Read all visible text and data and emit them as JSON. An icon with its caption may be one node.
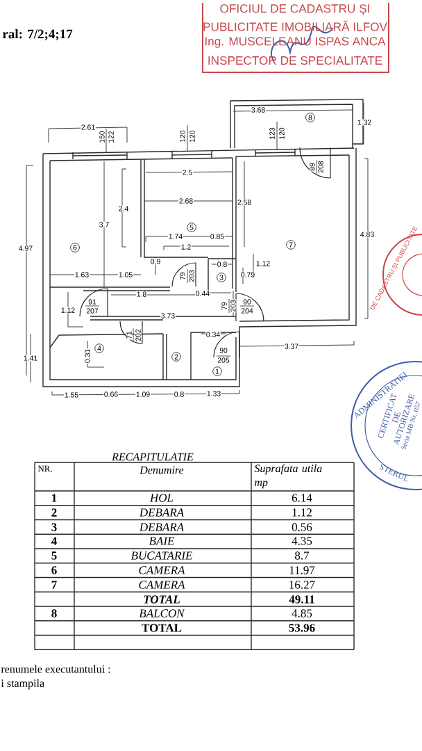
{
  "diagram": {
    "labels": [
      "ral: 7/2;4;17",
      "OFICIUL DE CADASTRU ȘI",
      "PUBLICITATE IMOBILIARĂ ILFOV",
      "Ing. MUSCELEANU ISPAS ANCA",
      "INSPECTOR DE SPECIALITATE",
      "2.61",
      "150",
      "122",
      "3.68",
      "8",
      "1.32",
      "120",
      "120",
      "123",
      "120",
      "89",
      "208",
      "2.5",
      "2.68",
      "2.58",
      "2.4",
      "3.7",
      "5",
      "1.74",
      "0.85",
      "4.83",
      "4.97",
      "6",
      "1.2",
      "7",
      "0.9",
      "0.8",
      "1.12",
      "1.63",
      "1.05",
      "79",
      "203",
      "3",
      "0.79",
      "1.8",
      "0.44",
      "91",
      "79",
      "203",
      "90",
      "1.12",
      "207",
      "204",
      "3.73",
      "71",
      "202",
      "0.34",
      "4",
      "90",
      "3.37",
      "1.41",
      "0.31",
      "2",
      "205",
      "1",
      "1.55",
      "0.66",
      "1.09",
      "0.8",
      "1.33",
      "DE CADASTRU ȘI PUBLICITATE",
      "ADMINISTRATIEI",
      "CERTIFICAT",
      "DE",
      "AUTORIZARE",
      "Seria MB Nr. 057",
      "STERUL",
      "RECAPITULATIE",
      "NR.",
      "Denumire",
      "Suprafata utila mp",
      "1",
      "HOL",
      "6.14",
      "2",
      "DEBARA",
      "1.12",
      "3",
      "DEBARA",
      "0.56",
      "4",
      "BAIE",
      "4.35",
      "5",
      "BUCATARIE",
      "8.7",
      "6",
      "CAMERA",
      "11.97",
      "7",
      "CAMERA",
      "16.27",
      "TOTAL",
      "49.11",
      "8",
      "BALCON",
      "4.85",
      "TOTAL",
      "53.96",
      "renumele executantului :",
      "i stampila"
    ]
  }
}
